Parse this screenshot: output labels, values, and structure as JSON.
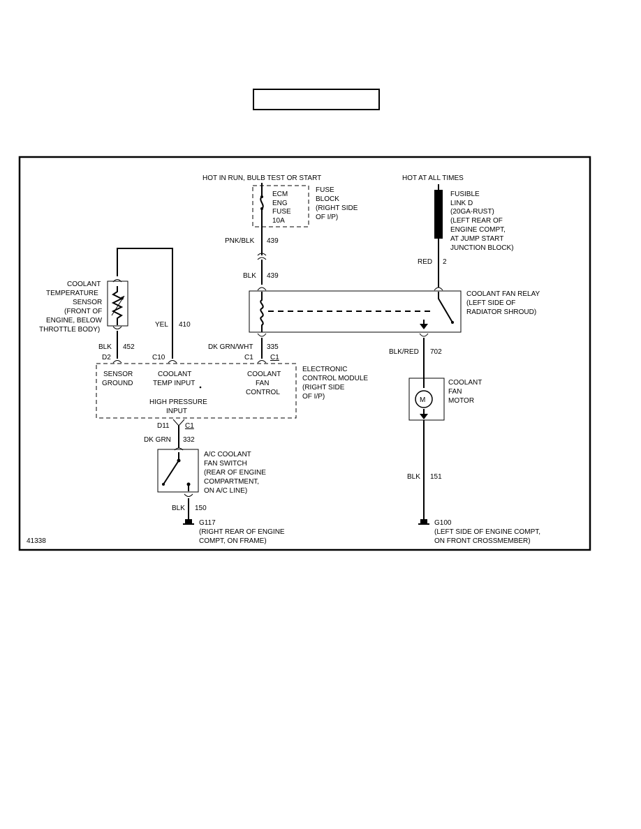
{
  "diagram_id": "41338",
  "power": {
    "hot_run": "HOT IN RUN, BULB TEST OR START",
    "hot_all": "HOT AT ALL TIMES"
  },
  "fuse": {
    "inside": [
      "ECM",
      "ENG",
      "FUSE",
      "10A"
    ],
    "label": [
      "FUSE",
      "BLOCK",
      "(RIGHT SIDE",
      "OF I/P)"
    ]
  },
  "fusible_link": [
    "FUSIBLE",
    "LINK D",
    "(20GA-RUST)",
    "(LEFT REAR OF",
    "ENGINE COMPT,",
    "AT JUMP START",
    "JUNCTION BLOCK)"
  ],
  "sensor": [
    "COOLANT",
    "TEMPERATURE",
    "SENSOR",
    "(FRONT OF",
    "ENGINE, BELOW",
    "THROTTLE BODY)"
  ],
  "relay": [
    "COOLANT FAN RELAY",
    "(LEFT SIDE OF",
    "RADIATOR SHROUD)"
  ],
  "ecm": {
    "label": [
      "ELECTRONIC",
      "CONTROL MODULE",
      "(RIGHT SIDE",
      "OF I/P)"
    ],
    "sensor_ground": [
      "SENSOR",
      "GROUND"
    ],
    "coolant_temp_input": [
      "COOLANT",
      "TEMP INPUT"
    ],
    "coolant_fan_control": [
      "COOLANT",
      "FAN",
      "CONTROL"
    ],
    "high_pressure_input": [
      "HIGH PRESSURE",
      "INPUT"
    ]
  },
  "motor": {
    "label": [
      "COOLANT",
      "FAN",
      "MOTOR"
    ],
    "symbol": "M"
  },
  "ac_switch": [
    "A/C COOLANT",
    "FAN SWITCH",
    "(REAR OF ENGINE",
    "COMPARTMENT,",
    "ON A/C LINE)"
  ],
  "grounds": {
    "g117": [
      "G117",
      "(RIGHT REAR OF ENGINE",
      "COMPT, ON FRAME)"
    ],
    "g100": [
      "G100",
      "(LEFT SIDE OF ENGINE COMPT,",
      "ON FRONT CROSSMEMBER)"
    ]
  },
  "wires": {
    "pnk_blk": {
      "color": "PNK/BLK",
      "circuit": "439"
    },
    "blk_439": {
      "color": "BLK",
      "circuit": "439"
    },
    "red_2": {
      "color": "RED",
      "circuit": "2"
    },
    "yel_410": {
      "color": "YEL",
      "circuit": "410"
    },
    "blk_452": {
      "color": "BLK",
      "circuit": "452"
    },
    "dkgrn_wht": {
      "color": "DK GRN/WHT",
      "circuit": "335"
    },
    "blk_red": {
      "color": "BLK/RED",
      "circuit": "702"
    },
    "dk_grn": {
      "color": "DK GRN",
      "circuit": "332"
    },
    "blk_150": {
      "color": "BLK",
      "circuit": "150"
    },
    "blk_151": {
      "color": "BLK",
      "circuit": "151"
    }
  },
  "connectors": {
    "d2": "D2",
    "c10": "C10",
    "c1a": "C1",
    "c1b": "C1",
    "d11": "D11",
    "c1c": "C1"
  }
}
